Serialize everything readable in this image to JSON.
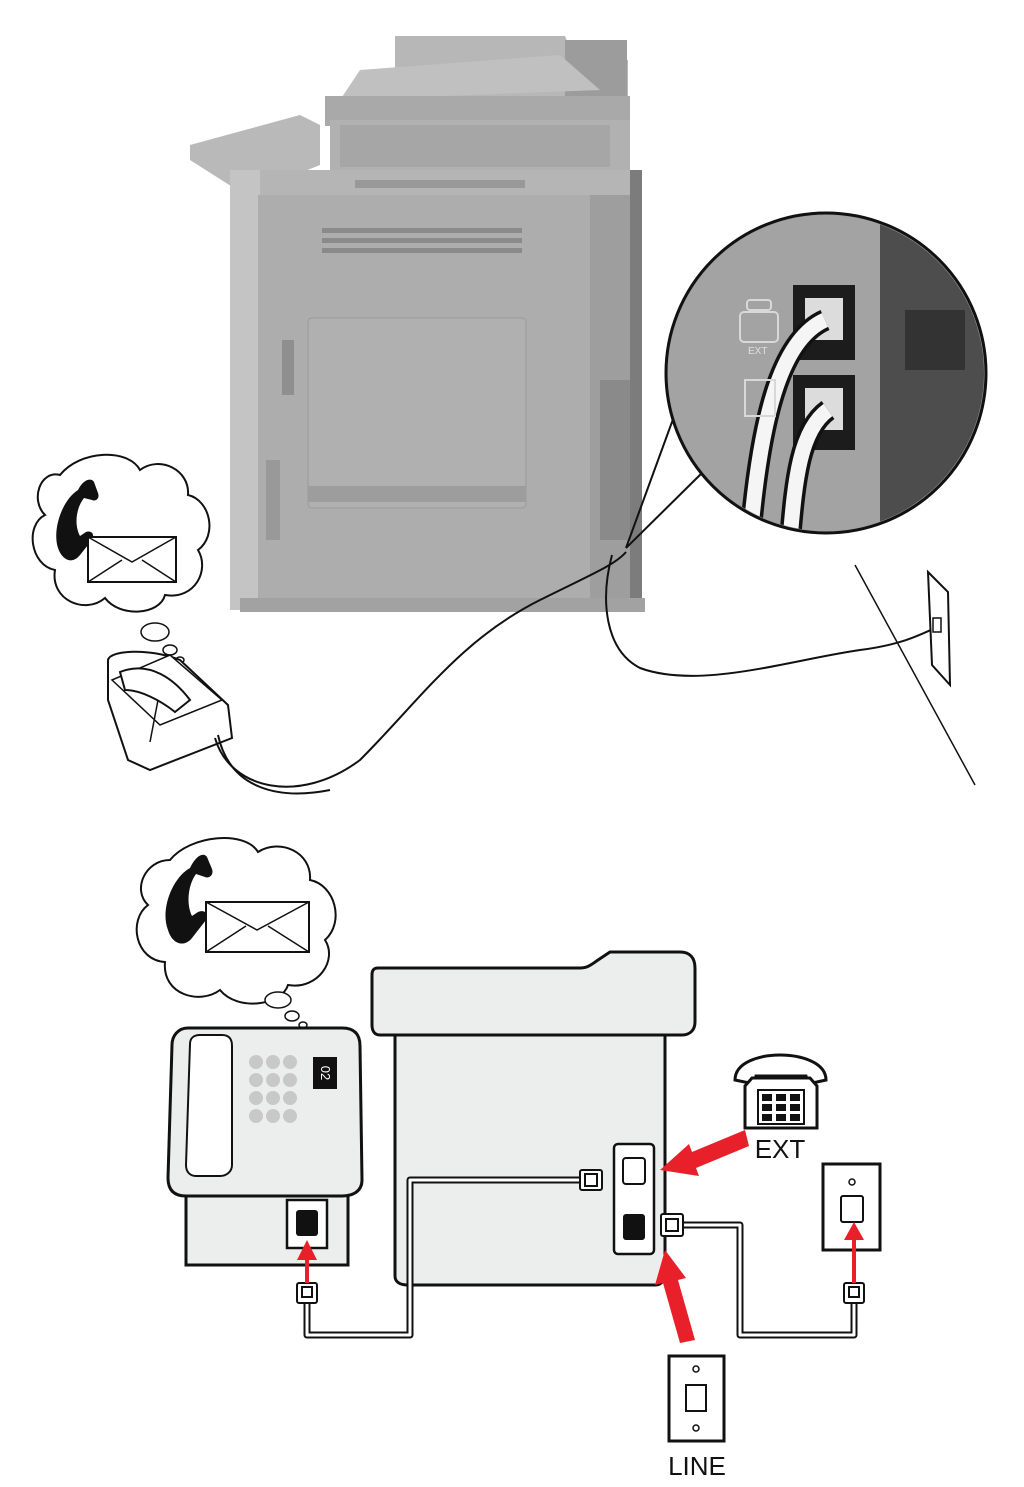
{
  "labels": {
    "ext": "EXT",
    "line": "LINE",
    "icon_ext_small": "EXT",
    "fax_badge": "02"
  },
  "colors": {
    "printer_gray": "#b3b3b3",
    "printer_dark": "#8f8f8f",
    "printer_panel": "#a8a8a8",
    "device_fill": "#eceeed",
    "arrow_red": "#e8202a",
    "line_black": "#111111"
  },
  "icons": {
    "phone_bubble_top": "phone-envelope-bubble-icon",
    "phone_bubble_bottom": "phone-envelope-bubble-icon",
    "ext_phone": "telephone-icon",
    "wall_jack": "wall-jack-icon",
    "line_jack": "line-jack-icon"
  }
}
